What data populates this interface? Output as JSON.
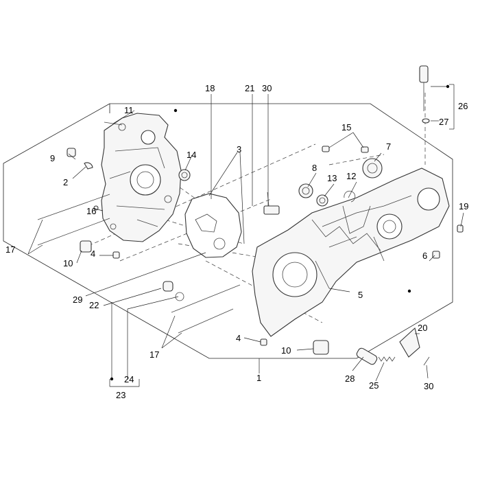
{
  "diagram": {
    "callouts": {
      "c1": "1",
      "c2": "2",
      "c3": "3",
      "c4a": "4",
      "c4b": "4",
      "c5": "5",
      "c6": "6",
      "c7": "7",
      "c8": "8",
      "c9": "9",
      "c10a": "10",
      "c10b": "10",
      "c11": "11",
      "c12": "12",
      "c13": "13",
      "c14": "14",
      "c15": "15",
      "c16": "16",
      "c17a": "17",
      "c17b": "17",
      "c18": "18",
      "c19": "19",
      "c20": "20",
      "c21": "21",
      "c22": "22",
      "c23": "23",
      "c24": "24",
      "c25": "25",
      "c26": "26",
      "c27": "27",
      "c28": "28",
      "c29": "29",
      "c30a": "30",
      "c30b": "30"
    }
  }
}
